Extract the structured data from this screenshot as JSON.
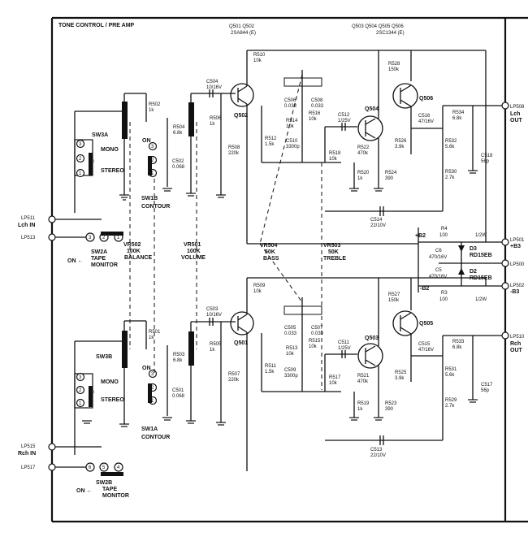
{
  "title": "TONE CONTROL / PRE AMP",
  "q_upper_pnp": {
    "names": "Q501   Q502",
    "part": "2SA844 (E)"
  },
  "q_upper_npn": {
    "names": "Q503   Q504   Q505   Q506",
    "part": "2SC1344 (E)"
  },
  "transistors": {
    "q501": "Q501",
    "q502": "Q502",
    "q503": "Q503",
    "q504": "Q504",
    "q505": "Q505",
    "q506": "Q506"
  },
  "switches": {
    "sw3a": "SW3A",
    "sw3b": "SW3B",
    "mono": "MONO",
    "stereo": "STEREO",
    "sw1b": "SW1B",
    "sw1a": "SW1A",
    "contour": "CONTOUR",
    "on": "ON",
    "sw2a": "SW2A",
    "sw2b": "SW2B",
    "tape": "TAPE",
    "monitor": "MONITOR",
    "on_arrow": "ON ←"
  },
  "pots": {
    "vr502": "VR502",
    "vr502_val": "100K",
    "vr502_name": "BALANCE",
    "vr501": "VR501",
    "vr501_val": "100K",
    "vr501_name": "VOLUME",
    "vr504": "VR504",
    "vr504_val": "50K",
    "vr504_name": "BASS",
    "vr503": "VR503",
    "vr503_val": "50K",
    "vr503_name": "TREBLE"
  },
  "ports": {
    "lp511": "LP511",
    "lch_in": "Lch IN",
    "lp513": "LP513",
    "lp515": "LP515",
    "rch_in": "Rch IN",
    "lp517": "LP517",
    "lp508": "LP508",
    "lch_out": "Lch",
    "lch_out2": "OUT",
    "lp510": "LP510",
    "rch_out": "Rch",
    "rch_out2": "OUT",
    "lp501": "LP501",
    "plus_b3": "+B3",
    "lp500": "LP500",
    "lp502": "LP502",
    "minus_b3": "-B3",
    "plus_b2": "+B2",
    "minus_b2": "-B2"
  },
  "supply": {
    "r4": "R4",
    "r4_val": "100",
    "r4_w": "1/2W",
    "r3": "R3",
    "r3_val": "100",
    "r3_w": "1/2W",
    "c6": "C6",
    "c6_val": "470/16V",
    "c5": "C5",
    "c5_val": "470/16V",
    "d3": "D3",
    "d3_val": "RD15EB",
    "d2": "D2",
    "d2_val": "RD15EB"
  },
  "upper": {
    "r502": "R502",
    "r502v": "1k",
    "r504": "R504",
    "r504v": "6.8k",
    "c502": "C502",
    "c502v": "0.068",
    "c504": "C504",
    "c504v": "10/16V",
    "r506": "R506",
    "r506v": "1k",
    "r508": "R508",
    "r508v": "220k",
    "r510": "R510",
    "r510v": "10k",
    "r512": "R512",
    "r512v": "1.5k",
    "c506": "C506",
    "c506v": "0.033",
    "c508": "C508",
    "c508v": "0.033",
    "r514": "R514",
    "r514v": "10k",
    "r516": "R516",
    "r516v": "10k",
    "c510": "C510",
    "c510v": "3300p",
    "r518": "R518",
    "r518v": "10k",
    "c512": "C512",
    "c512v": "1/25V",
    "r528": "R528",
    "r528v": "150k",
    "r522": "R522",
    "r522v": "470k",
    "r520": "R520",
    "r520v": "1k",
    "r524": "R524",
    "r524v": "390",
    "r526": "R526",
    "r526v": "3.9k",
    "c516": "C516",
    "c516v": "47/16V",
    "r534": "R534",
    "r534v": "6.8k",
    "r532": "R532",
    "r532v": "5.6k",
    "r530": "R530",
    "r530v": "2.7k",
    "c518": "C518",
    "c518v": "56p",
    "c514": "C514",
    "c514v": "22/10V"
  },
  "lower": {
    "r501": "R501",
    "r501v": "1k",
    "r503": "R503",
    "r503v": "6.8k",
    "c501": "C501",
    "c501v": "0.068",
    "c503": "C503",
    "c503v": "10/16V",
    "r505": "R505",
    "r505v": "1k",
    "r507": "R507",
    "r507v": "220k",
    "r509": "R509",
    "r509v": "10k",
    "r511": "R511",
    "r511v": "1.5k",
    "c505": "C505",
    "c505v": "0.033",
    "c507": "C507",
    "c507v": "0.033",
    "r513": "R513",
    "r513v": "10k",
    "r515": "R515",
    "r515v": "10k",
    "c509": "C509",
    "c509v": "3300p",
    "r517": "R517",
    "r517v": "10k",
    "c511": "C511",
    "c511v": "1/25V",
    "r527": "R527",
    "r527v": "150k",
    "r521": "R521",
    "r521v": "470k",
    "r519": "R519",
    "r519v": "1k",
    "r523": "R523",
    "r523v": "390",
    "r525": "R525",
    "r525v": "3.9k",
    "c515": "C515",
    "c515v": "47/16V",
    "r533": "R533",
    "r533v": "6.8k",
    "r531": "R531",
    "r531v": "5.6k",
    "r529": "R529",
    "r529v": "2.7k",
    "c517": "C517",
    "c517v": "56p",
    "c513": "C513",
    "c513v": "22/10V"
  },
  "terminal_numbers": {
    "t1": "1",
    "t2": "2",
    "t3": "3",
    "t4": "4",
    "t5": "5",
    "t6": "6"
  }
}
